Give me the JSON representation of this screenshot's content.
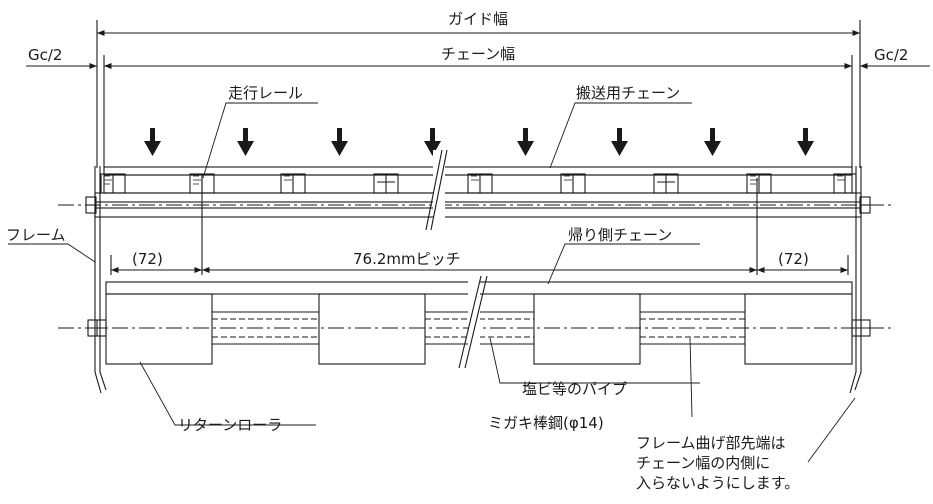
{
  "labels": {
    "guide_width": "ガイド幅",
    "chain_width": "チェーン幅",
    "gc_left": "Gc/2",
    "gc_right": "Gc/2",
    "running_rail": "走行レール",
    "conveying_chain": "搬送用チェーン",
    "frame": "フレーム",
    "dim_72_left": "(72)",
    "pitch": "76.2mmピッチ",
    "dim_72_right": "(72)",
    "return_chain": "帰り側チェーン",
    "pvc_pipe": "塩ビ等のパイプ",
    "polished_bar": "ミガキ棒鋼(φ14)",
    "return_roller": "リターンローラ",
    "note_line1": "フレーム曲げ部先端は",
    "note_line2": "チェーン幅の内側に",
    "note_line3": "入らないようにします。"
  },
  "colors": {
    "line": "#1a1a1a",
    "background": "#ffffff"
  }
}
